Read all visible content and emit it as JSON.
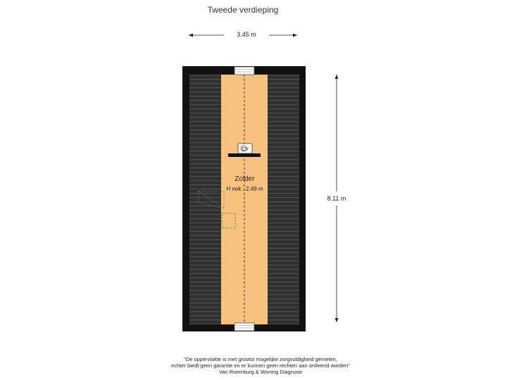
{
  "header": {
    "title": "Tweede verdieping"
  },
  "dimensions": {
    "width_label": "3.45 m",
    "depth_label": "8.11 m"
  },
  "room": {
    "name": "Zolder",
    "height_label": "H nok : 2.49 m"
  },
  "icons": {
    "boiler": "boiler-cv-icon",
    "cv_text": "CV"
  },
  "footer": {
    "line1": "\"De oppervlakte is met grootst mogelijke zorgvuldigheid gemeten,",
    "line2": "echter biedt geen garantie en er kunnen geen rechten aan ontleend worden\"",
    "line3": "Van Roemburg & Woning Diagnose"
  },
  "colors": {
    "floor": "#f7c27d",
    "roof_tiles": "#2b2b2b",
    "wall": "#111111"
  }
}
